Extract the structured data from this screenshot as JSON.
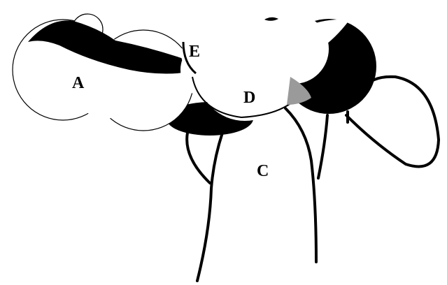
{
  "labels": {
    "a": "A",
    "c": "C",
    "d": "D",
    "e": "E"
  },
  "colors": {
    "background": "#ffffff",
    "ink": "#000000",
    "shell": "#ffffff"
  }
}
